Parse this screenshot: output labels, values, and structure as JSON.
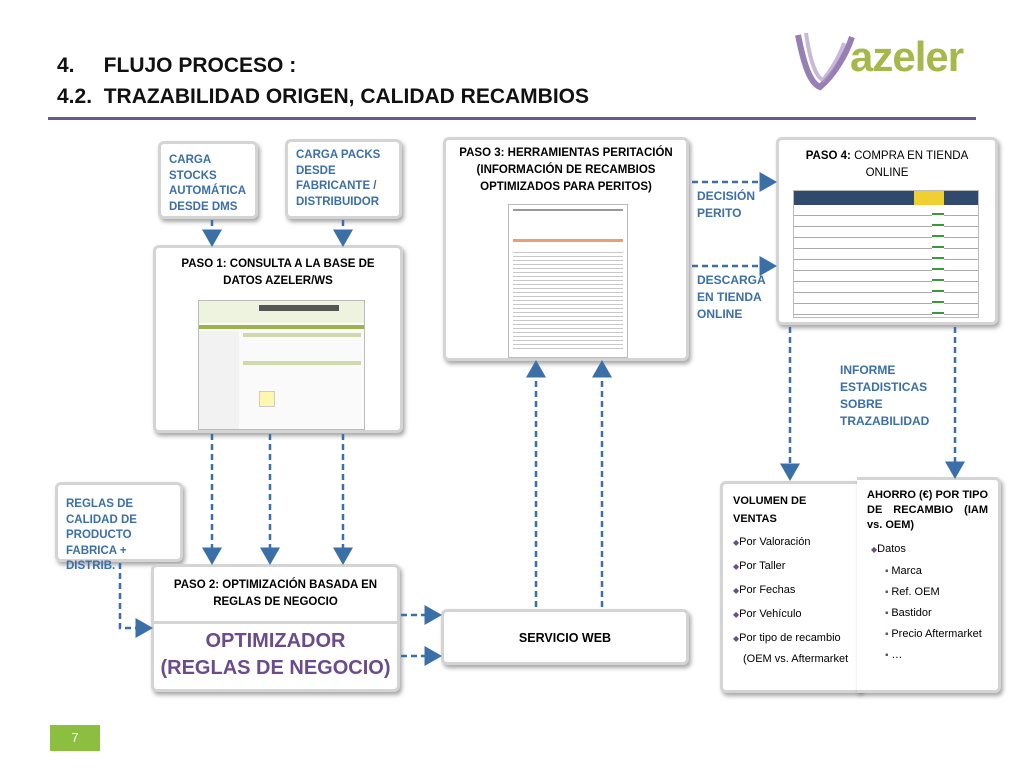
{
  "header": {
    "title_line1": "4.     FLUJO PROCESO :",
    "title_line2": "4.2.  TRAZABILIDAD ORIGEN, CALIDAD RECAMBIOS",
    "logo": "azeler"
  },
  "boxes": {
    "carga_stocks": "CARGA STOCKS AUTOMÁTICA DESDE DMS",
    "carga_packs": "CARGA PACKS DESDE FABRICANTE / DISTRIBUIDOR",
    "paso1": "PASO 1: CONSULTA A LA BASE DE DATOS AZELER/WS",
    "paso3": "PASO 3: HERRAMIENTAS PERITACIÓN (INFORMACIÓN DE RECAMBIOS OPTIMIZADOS PARA PERITOS)",
    "paso4_bold": "PASO 4:",
    "paso4_rest": " COMPRA EN TIENDA ONLINE",
    "reglas": "REGLAS DE CALIDAD DE PRODUCTO FABRICA + DISTRIB.",
    "paso2": "PASO 2: OPTIMIZACIÓN BASADA EN REGLAS DE NEGOCIO",
    "optimizador_line1": "OPTIMIZADOR",
    "optimizador_line2": "(REGLAS DE NEGOCIO)",
    "servicio_web": "SERVICIO WEB"
  },
  "labels": {
    "decision_perito": "DECISIÓN PERITO",
    "descarga": "DESCARGA EN TIENDA ONLINE",
    "informe": "INFORME ESTADISTICAS SOBRE TRAZABILIDAD"
  },
  "volumen": {
    "title": "VOLUMEN DE VENTAS",
    "items": [
      "Por Valoración",
      "Por Taller",
      "Por Fechas",
      "Por Vehículo",
      "Por tipo de recambio (OEM vs. Aftermarket"
    ]
  },
  "ahorro": {
    "title": "AHORRO (€) POR TIPO DE RECAMBIO (IAM vs. OEM)",
    "datos": "Datos",
    "items": [
      "Marca",
      "Ref. OEM",
      "Bastidor",
      "Precio Aftermarket",
      "…"
    ]
  },
  "footer": {
    "page": "7"
  },
  "colors": {
    "accent_blue": "#3a6fa8",
    "purple": "#6b4a8d",
    "green": "#8cbf3f",
    "logo_green": "#a6b84a"
  }
}
